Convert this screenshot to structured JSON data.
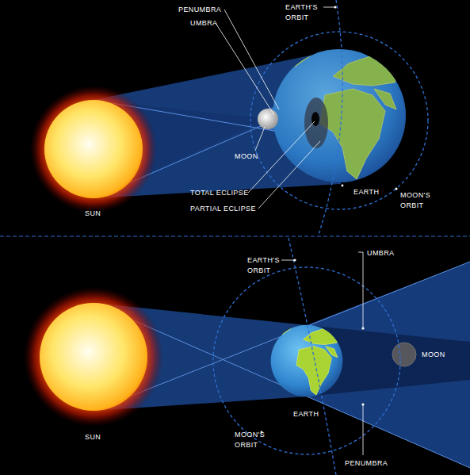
{
  "diagram": {
    "labels": [
      "PENUMBRA",
      "UMBRA",
      "EARTH'S ORBIT",
      "MOON",
      "TOTAL ECLIPSE",
      "PARTIAL ECLIPSE",
      "SUN",
      "EARTH",
      "MOON'S ORBIT",
      "EARTH'S ORBIT",
      "UMBRA",
      "MOON",
      "SUN",
      "EARTH",
      "MOON'S ORBIT",
      "PENUMBRA"
    ]
  }
}
